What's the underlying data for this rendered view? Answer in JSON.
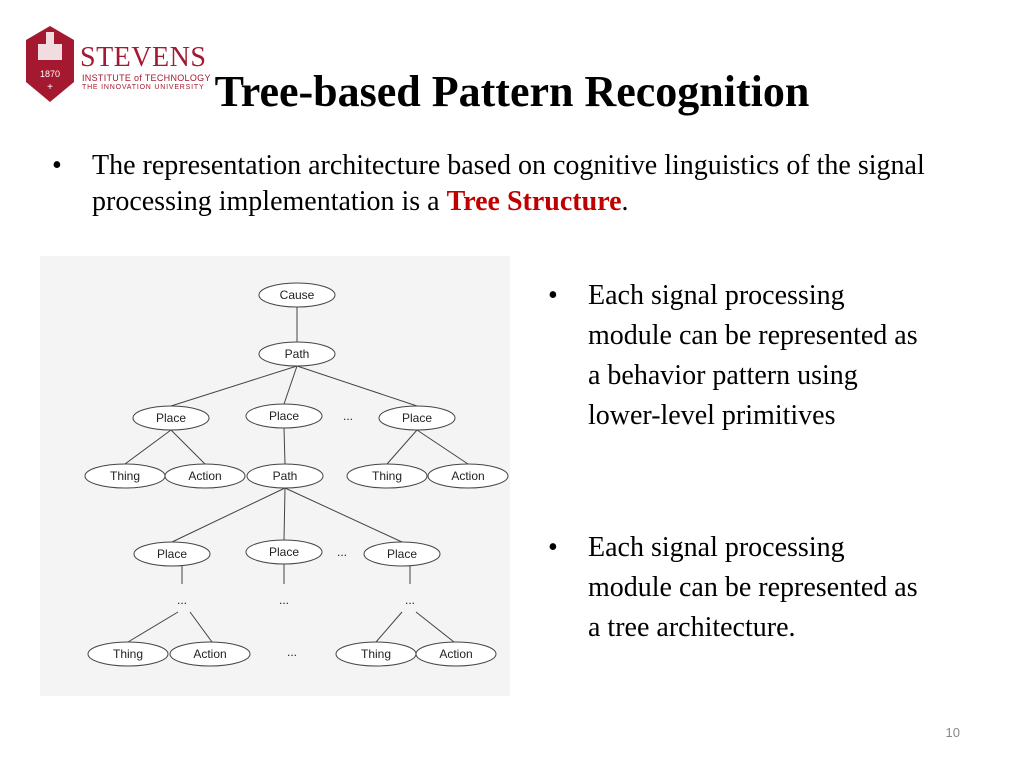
{
  "logo": {
    "name": "STEVENS",
    "line1": "INSTITUTE of TECHNOLOGY",
    "line2": "THE INNOVATION UNIVERSITY",
    "year": "1870",
    "color": "#a4192f"
  },
  "slide": {
    "title": "Tree-based Pattern Recognition",
    "bullet": {
      "text_before": "The representation architecture based on cognitive linguistics of the signal processing implementation is a ",
      "emphasis": "Tree Structure",
      "text_after": ".",
      "emphasis_color": "#c00000"
    },
    "side_bullets": [
      "Each signal processing module can be represented as a behavior pattern using lower-level primitives",
      "Each signal processing module can be represented as a tree architecture."
    ],
    "page_number": "10"
  },
  "diagram": {
    "nodes": {
      "cause": "Cause",
      "path1": "Path",
      "place1": "Place",
      "place2": "Place",
      "place3": "Place",
      "thing1": "Thing",
      "action1": "Action",
      "path2": "Path",
      "thing2": "Thing",
      "action2": "Action",
      "place4": "Place",
      "place5": "Place",
      "place6": "Place",
      "thing3": "Thing",
      "action3": "Action",
      "thing4": "Thing",
      "action4": "Action"
    },
    "ellipsis": "..."
  }
}
